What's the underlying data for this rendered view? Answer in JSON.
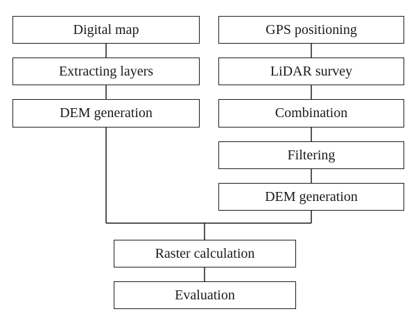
{
  "flowchart": {
    "left_column": {
      "digital_map": "Digital map",
      "extracting_layers": "Extracting layers",
      "dem_generation": "DEM generation"
    },
    "right_column": {
      "gps_positioning": "GPS positioning",
      "lidar_survey": "LiDAR survey",
      "combination": "Combination",
      "filtering": "Filtering",
      "dem_generation": "DEM generation"
    },
    "bottom": {
      "raster_calculation": "Raster calculation",
      "evaluation": "Evaluation"
    }
  }
}
